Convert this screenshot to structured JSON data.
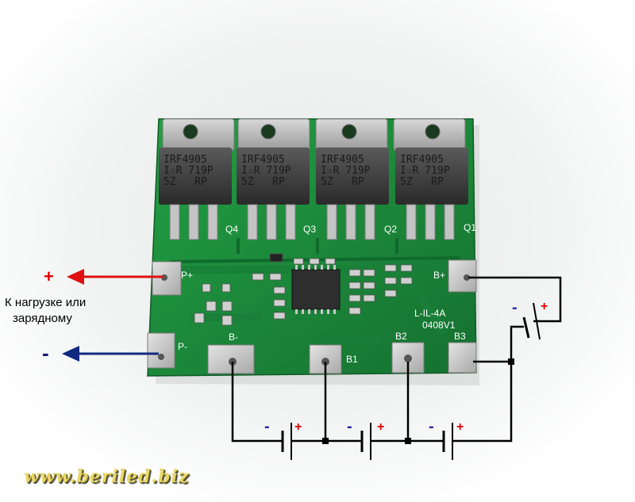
{
  "labels": {
    "plus": "+",
    "minus": "-",
    "load_line1": "К нагрузке или",
    "load_line2": "зарядному"
  },
  "pcb": {
    "pad_p_plus": "P+",
    "pad_p_minus": "P-",
    "pad_b_plus": "B+",
    "pad_b_minus": "B-",
    "pad_b1": "B1",
    "pad_b2": "B2",
    "pad_b3": "B3",
    "model_line1": "L-IL-4A",
    "model_line2": "0408V1",
    "transistor_labels": [
      "Q4",
      "Q3",
      "Q2",
      "Q1"
    ]
  },
  "transistors": [
    {
      "line1": "IRF4905",
      "line2": "I☆R 719P",
      "line3": "5Z   RP"
    },
    {
      "line1": "IRF4905",
      "line2": "I☆R 719P",
      "line3": "5Z   RP"
    },
    {
      "line1": "IRF4905",
      "line2": "I☆R 719P",
      "line3": "5Z   RP"
    },
    {
      "line1": "IRF4905",
      "line2": "I☆R 719P",
      "line3": "5Z   RP"
    }
  ],
  "batteries": [
    {
      "minus": "-",
      "plus": "+"
    },
    {
      "minus": "-",
      "plus": "+"
    },
    {
      "minus": "-",
      "plus": "+"
    },
    {
      "minus": "-",
      "plus": "+"
    }
  ],
  "watermark": "www.beriled.biz",
  "colors": {
    "pcb_green": "#1d8a3a",
    "arrow_red": "#e01010",
    "arrow_blue": "#102a80",
    "wire": "#000000"
  }
}
